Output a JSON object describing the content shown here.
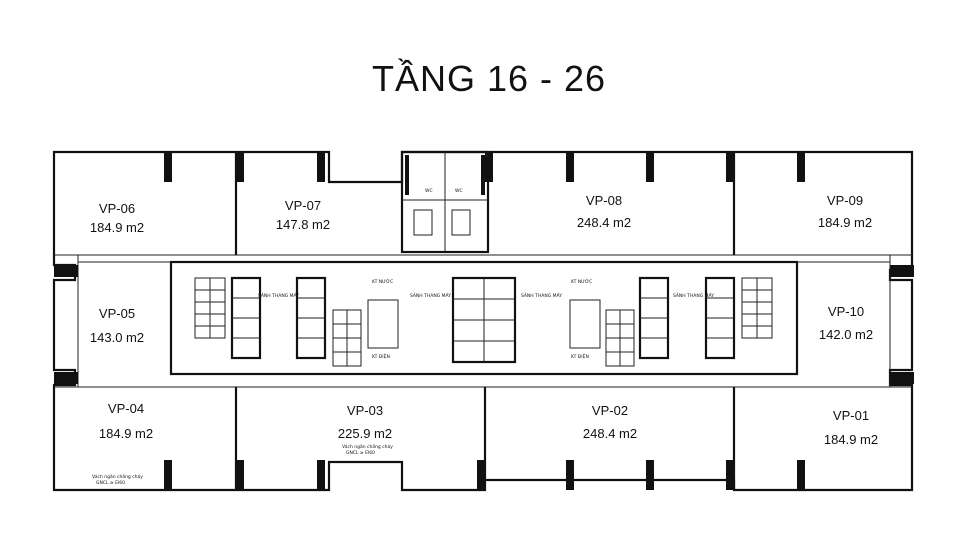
{
  "title": "TẦNG 16 - 26",
  "units": [
    {
      "id": "VP-01",
      "area": "184.9 m2"
    },
    {
      "id": "VP-02",
      "area": "248.4 m2"
    },
    {
      "id": "VP-03",
      "area": "225.9 m2"
    },
    {
      "id": "VP-04",
      "area": "184.9 m2"
    },
    {
      "id": "VP-05",
      "area": "143.0 m2"
    },
    {
      "id": "VP-06",
      "area": "184.9 m2"
    },
    {
      "id": "VP-07",
      "area": "147.8 m2"
    },
    {
      "id": "VP-08",
      "area": "248.4 m2"
    },
    {
      "id": "VP-09",
      "area": "184.9 m2"
    },
    {
      "id": "VP-10",
      "area": "142.0 m2"
    }
  ],
  "core_labels": {
    "lift_lobby_left": "SẢNH THANG MÁY",
    "lift_lobby_center": "SẢNH THANG MÁY",
    "lift_lobby_center2": "SẢNH THANG MÁY",
    "lift_lobby_right": "SẢNH THANG MÁY",
    "kt_nuoc_left": "KT NƯỚC",
    "kt_nuoc_right": "KT NƯỚC",
    "kt_dien_left": "KT ĐIỆN",
    "kt_dien_right": "KT ĐIỆN",
    "wc_1": "WC",
    "wc_2": "WC",
    "fire_partition_left": "Vách ngăn chống cháy",
    "fire_partition_left_2": "GNCL ≥ EI60",
    "fire_partition_center": "Vách ngăn chống cháy",
    "fire_partition_center_2": "GNCL ≥ EI60"
  }
}
